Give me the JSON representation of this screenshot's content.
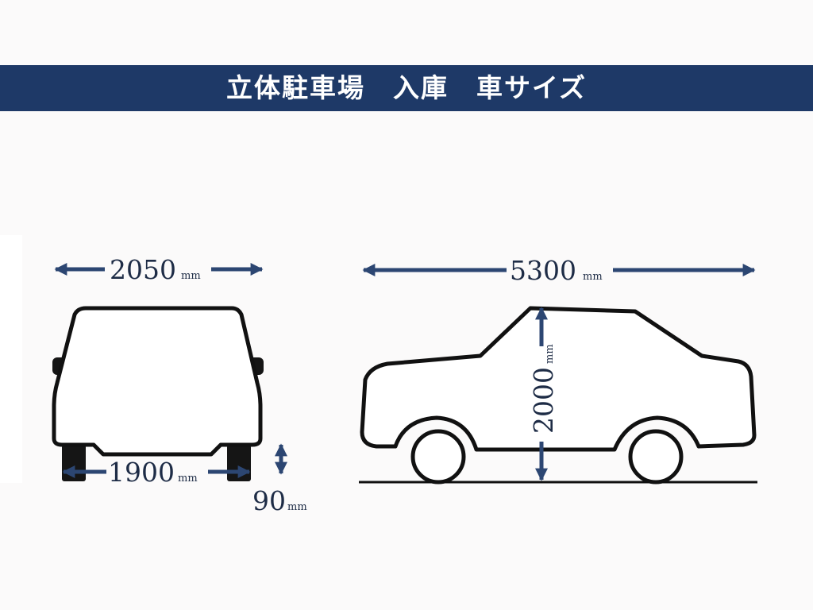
{
  "banner": {
    "title": "立体駐車場　入庫　車サイズ"
  },
  "front_view": {
    "width": {
      "value": "2050",
      "unit": "mm"
    },
    "tread": {
      "value": "1900",
      "unit": "mm"
    },
    "ground_clearance": {
      "value": "90",
      "unit": "mm"
    }
  },
  "side_view": {
    "length": {
      "value": "5300",
      "unit": "mm"
    },
    "height": {
      "value": "2000",
      "unit": "mm"
    }
  },
  "colors": {
    "banner": "#1e3967",
    "arrow": "#2c4672",
    "outline": "#111111"
  }
}
